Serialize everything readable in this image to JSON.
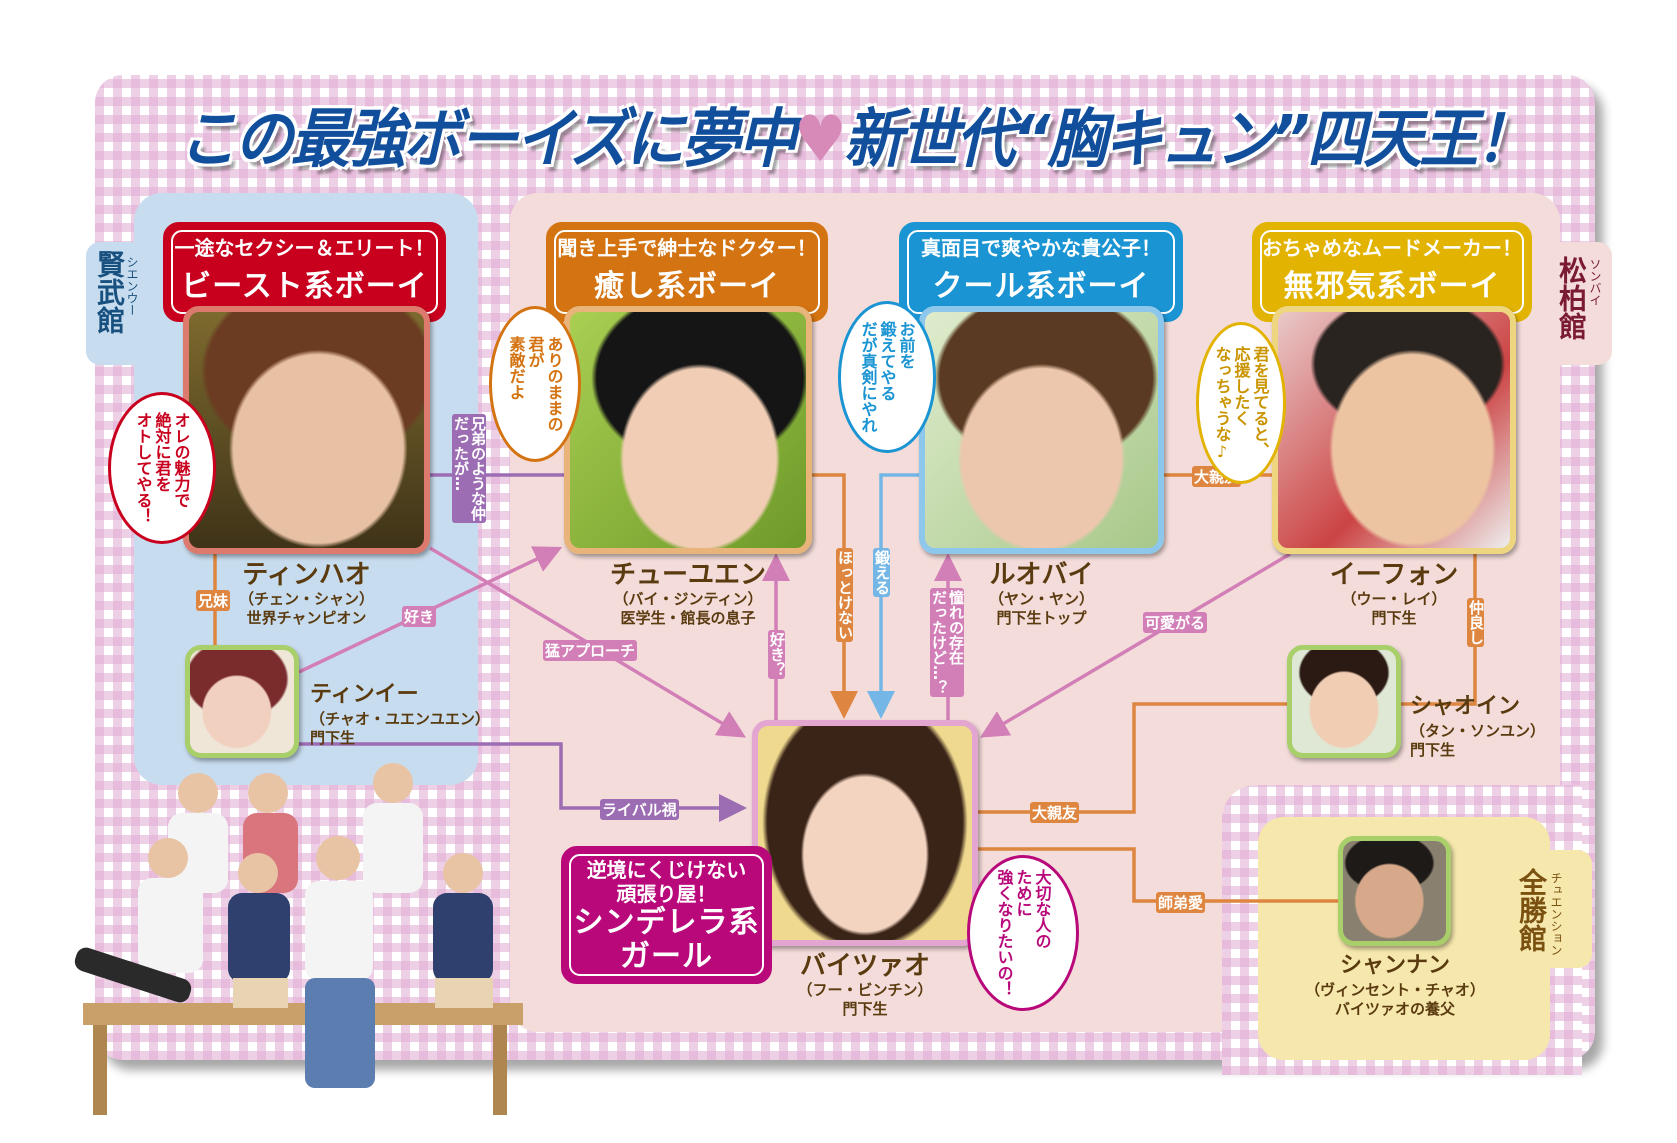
{
  "title": {
    "part1": "この最強ボーイズに夢中",
    "heart": "♥",
    "part2": "新世代“胸キュン”四天王！"
  },
  "schools": {
    "xianwu": {
      "name": "賢武館",
      "ruby": "シエンウー"
    },
    "songbai": {
      "name": "松柏館",
      "ruby": "ソンバイ"
    },
    "quansheng": {
      "name": "全勝館",
      "ruby": "チュエンション"
    }
  },
  "colors": {
    "beast": "#c8001e",
    "healing": "#d47311",
    "cool": "#1a94d2",
    "innocent": "#e2b300",
    "cinderella": "#b8087a",
    "title": "#114f9c"
  },
  "characters": {
    "tinghao": {
      "tagline": "一途なセクシー＆エリート！",
      "type": "ビースト系ボーイ",
      "name": "ティンハオ",
      "actor": "（チェン・シャン）",
      "role": "世界チャンピオン",
      "quote": "オレの魅力で\n絶対に君を\nオトしてやる！"
    },
    "chuyuen": {
      "tagline": "聞き上手で紳士なドクター！",
      "type": "癒し系ボーイ",
      "name": "チューユエン",
      "actor": "（バイ・ジンティン）",
      "role": "医学生・館長の息子",
      "quote": "ありのままの\n君が\n素敵だよ"
    },
    "luobai": {
      "tagline": "真面目で爽やかな貴公子！",
      "type": "クール系ボーイ",
      "name": "ルオバイ",
      "actor": "（ヤン・ヤン）",
      "role": "門下生トップ",
      "quote": "お前を\n鍛えてやる\nだが真剣にやれ"
    },
    "yifon": {
      "tagline": "おちゃめなムードメーカー！",
      "type": "無邪気系ボーイ",
      "name": "イーフォン",
      "actor": "（ウー・レイ）",
      "role": "門下生",
      "quote": "君を見てると、\n応援したく\nなっちゃうな♪"
    },
    "tingyi": {
      "name": "ティンイー",
      "actor": "（チャオ・ユエンユエン）",
      "role": "門下生"
    },
    "baitsuao": {
      "tagline": "逆境にくじけない\n頑張り屋！",
      "type": "シンデレラ系\nガール",
      "name": "バイツァオ",
      "actor": "（フー・ビンチン）",
      "role": "門下生",
      "quote": "大切な人の\nために\n強くなりたいの！"
    },
    "xiaoyin": {
      "name": "シャオイン",
      "actor": "（タン・ソンユン）",
      "role": "門下生"
    },
    "xiangnan": {
      "name": "シャンナン",
      "actor": "（ヴィンセント・チャオ）",
      "role": "バイツァオの養父"
    }
  },
  "relations": {
    "tinghao_chuyuen": "兄弟のような仲\nだったが…",
    "tinghao_tingyi": "兄妹",
    "tingyi_chuyuen": "好き",
    "tinghao_baitsuao": "猛アプローチ",
    "tingyi_baitsuao": "ライバル視",
    "baitsuao_chuyuen": "好き？",
    "chuyuen_baitsuao": "ほっとけない",
    "luobai_baitsuao": "鍛える",
    "baitsuao_luobai": "憧れの存在\nだったけど…？",
    "luobai_yifon": "大親友",
    "yifon_baitsuao": "可愛がる",
    "yifon_xiaoyin": "仲良し",
    "baitsuao_xiaoyin": "大親友",
    "baitsuao_xiangnan": "師弟愛"
  }
}
